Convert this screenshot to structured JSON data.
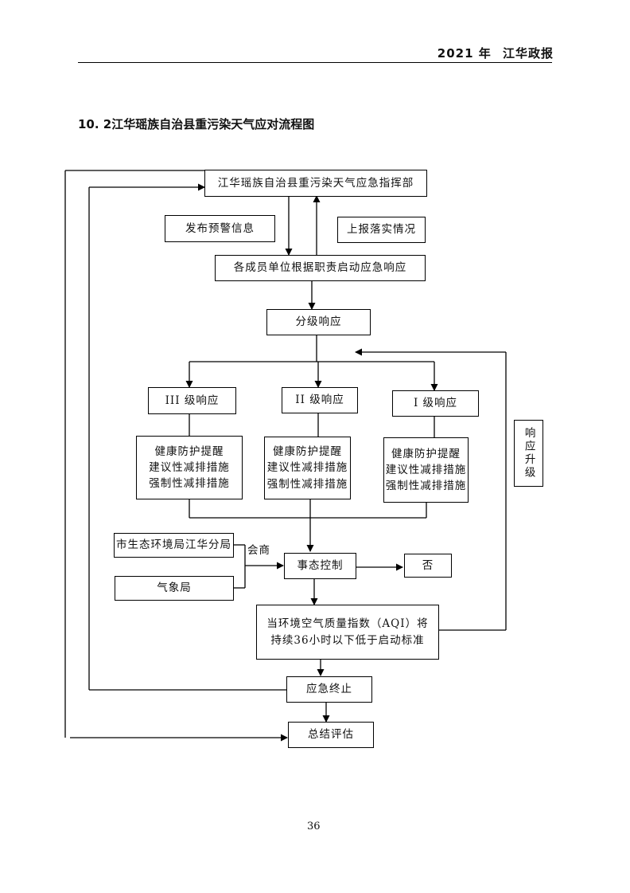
{
  "header": {
    "year": "2021 年",
    "publication": "江华政报"
  },
  "section_title": "10. 2江华瑶族自治县重污染天气应对流程图",
  "nodes": {
    "command": "江华瑶族自治县重污染天气应急指挥部",
    "publish_warning": "发布预警信息",
    "report_status": "上报落实情况",
    "members_response": "各成员单位根据职责启动应急响应",
    "graded_response": "分级响应",
    "level3": "III 级响应",
    "level2": "II 级响应",
    "level1": "I 级响应",
    "measures": [
      "健康防护提醒",
      "建议性减排措施",
      "强制性减排措施"
    ],
    "upgrade": "响应升级",
    "eco_bureau": "市生态环境局江华分局",
    "weather_bureau": "气象局",
    "consult": "会商",
    "incident_control": "事态控制",
    "no": "否",
    "aqi_condition": [
      "当环境空气质量指数（AQI）将",
      "持续36小时以下低于启动标准"
    ],
    "termination": "应急终止",
    "summary": "总结评估"
  },
  "page_number": "36"
}
